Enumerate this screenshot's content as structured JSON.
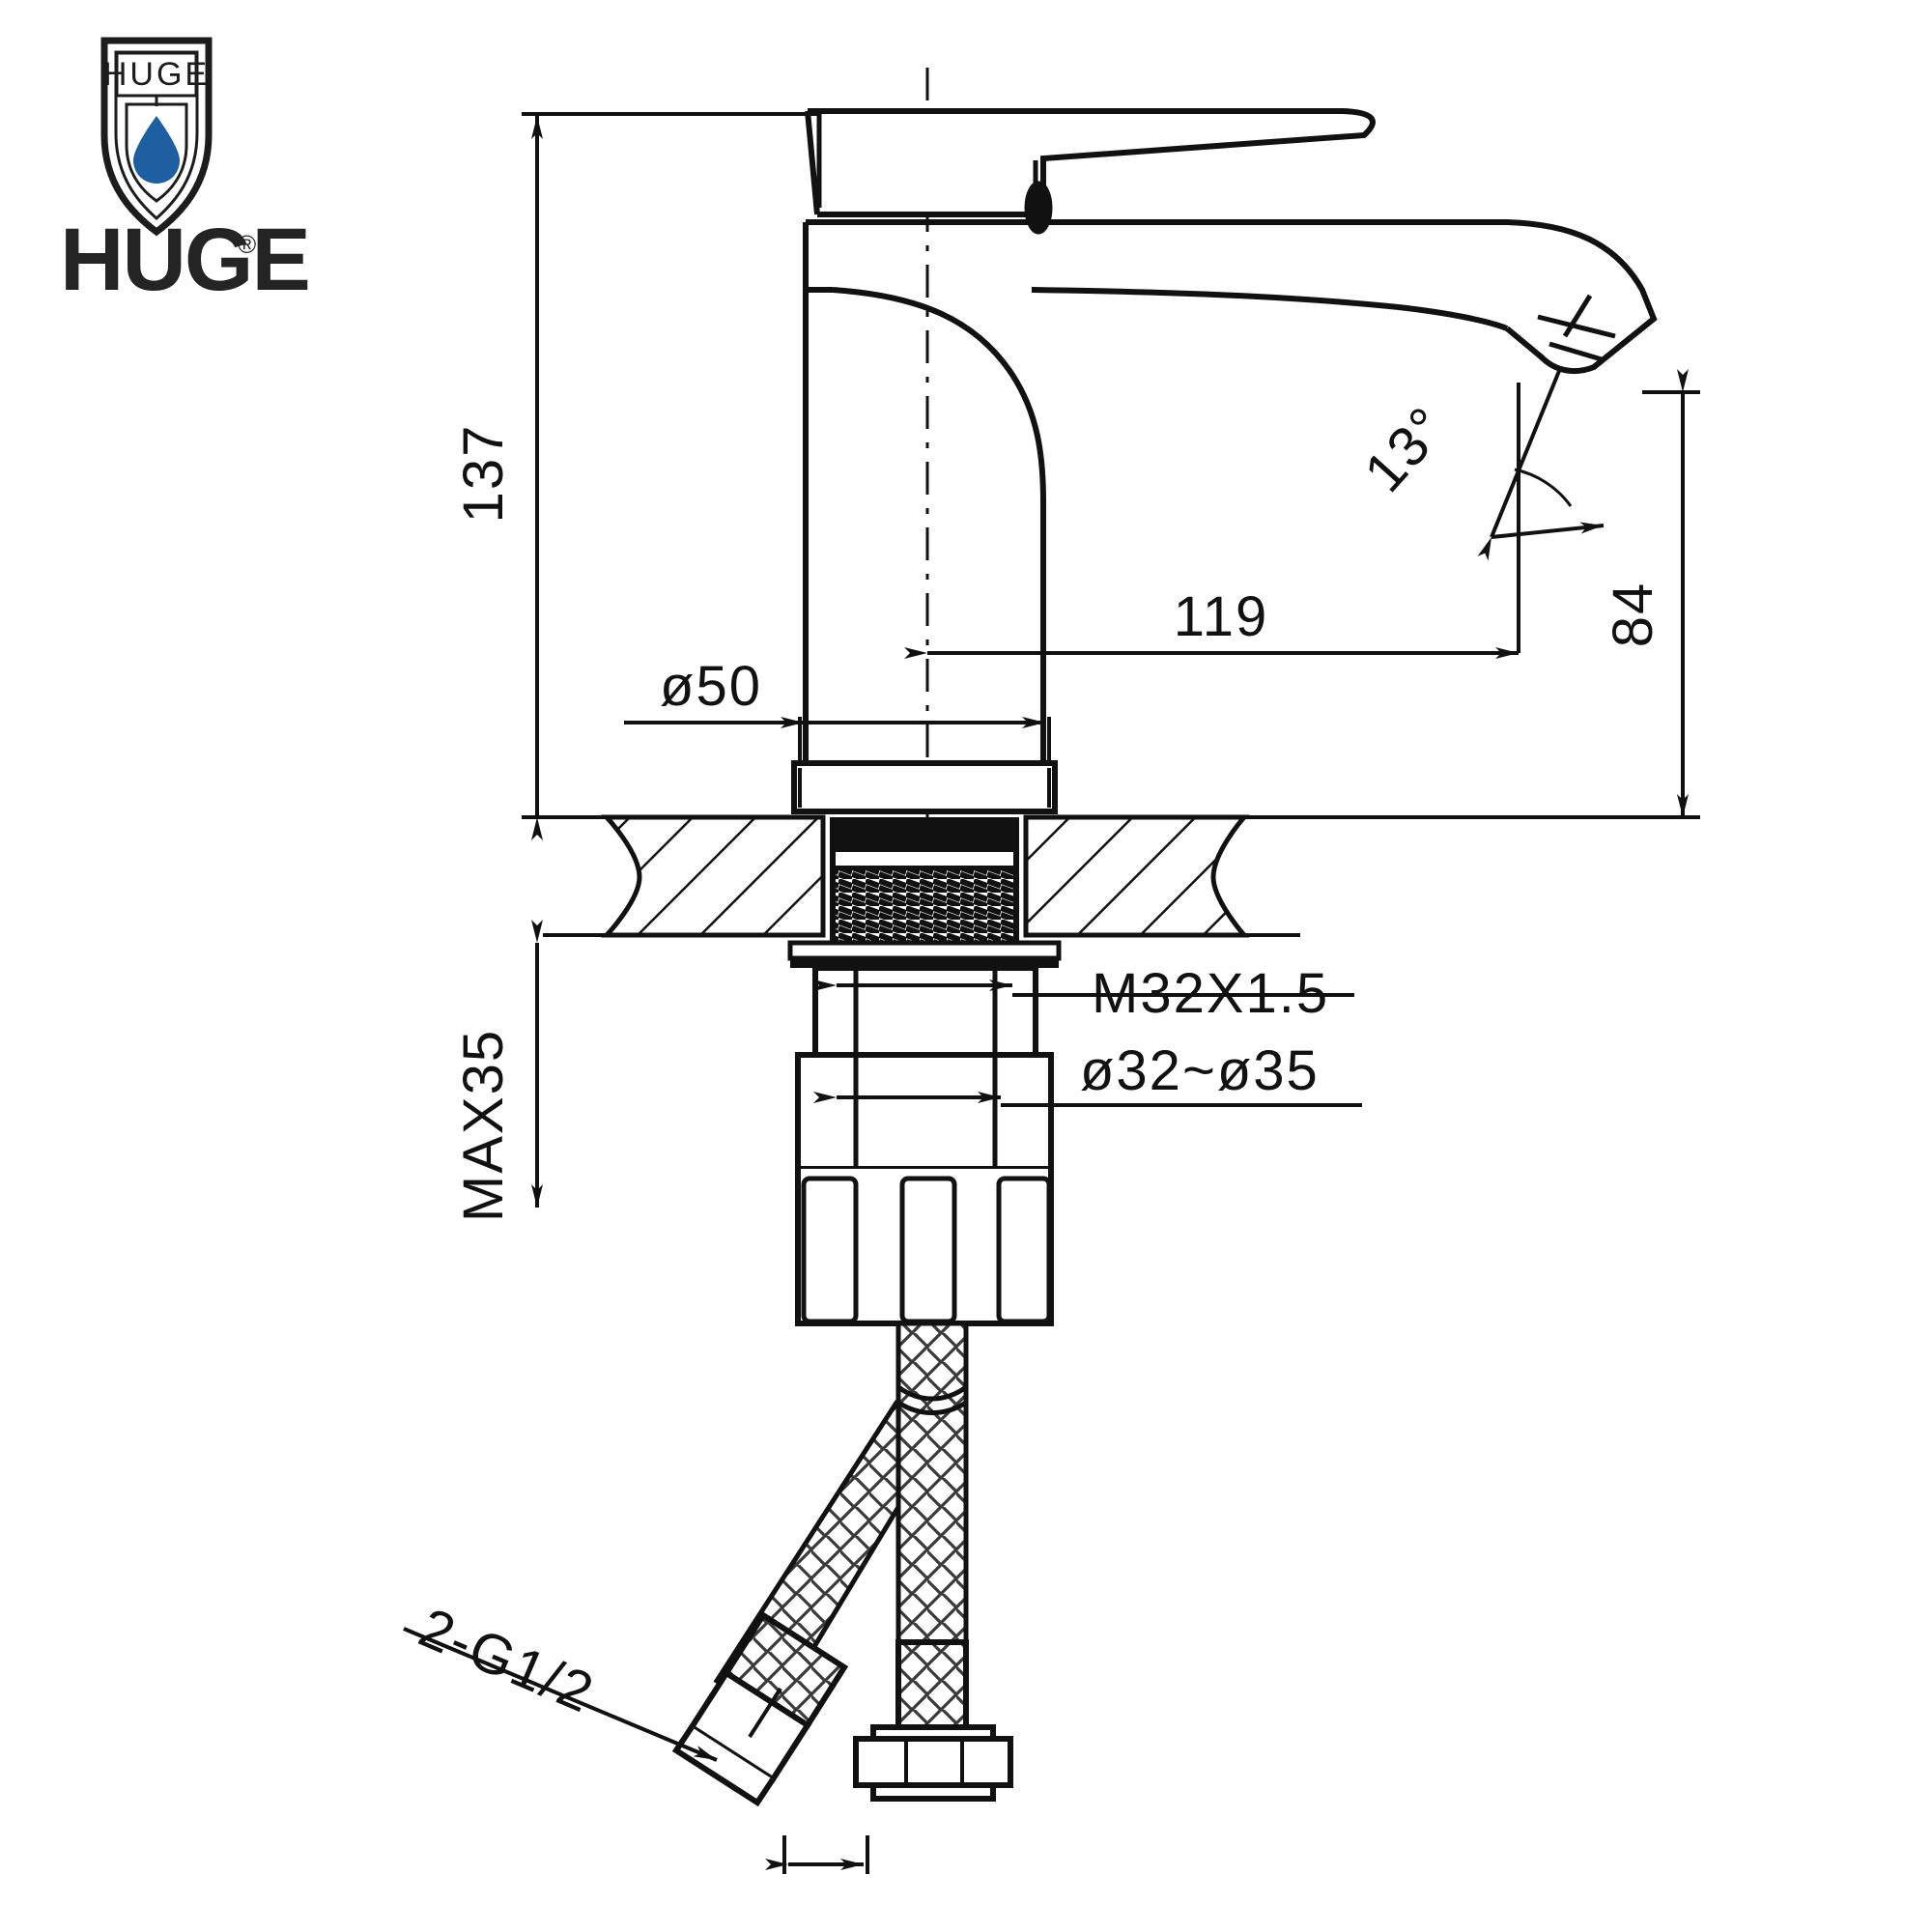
{
  "document": {
    "kind": "technical-drawing",
    "subject": "single-lever basin mixer faucet",
    "background_color": "#ffffff",
    "line_color": "#111111"
  },
  "brand": {
    "logo_icon": "shield-waterdrop-logo",
    "shield_label": "HUGE",
    "wordmark": "HUGE",
    "registered_mark": "®",
    "droplet_color": "#1d5fa0",
    "wordmark_color": "#242424"
  },
  "dimensions": {
    "overall_height": {
      "value": "137",
      "name": "overall-height",
      "orientation": "vertical"
    },
    "spout_reach": {
      "value": "119",
      "name": "spout-reach",
      "orientation": "horizontal"
    },
    "spout_height": {
      "value": "84",
      "name": "spout-height",
      "orientation": "vertical"
    },
    "base_diameter": {
      "value": "ø50",
      "name": "base-diameter",
      "orientation": "horizontal"
    },
    "aerator_angle": {
      "value": "13°",
      "name": "aerator-angle",
      "orientation": "rotated"
    },
    "max_deck_thickness": {
      "value": "MAX35",
      "name": "max-deck-thickness",
      "orientation": "vertical"
    },
    "thread_spec": {
      "value": "M32X1.5",
      "name": "mounting-thread-spec",
      "orientation": "horizontal"
    },
    "hole_diameter_range": {
      "value": "ø32~ø35",
      "name": "mounting-hole-diameter-range",
      "orientation": "horizontal"
    },
    "supply_thread": {
      "value": "2-G1/2",
      "name": "supply-hose-thread",
      "orientation": "rotated"
    }
  },
  "parts": [
    {
      "name": "lever-handle",
      "interactable": false
    },
    {
      "name": "faucet-body",
      "interactable": false
    },
    {
      "name": "spout",
      "interactable": false
    },
    {
      "name": "aerator",
      "interactable": false
    },
    {
      "name": "base-escutcheon",
      "interactable": false
    },
    {
      "name": "countertop-section-hatch",
      "interactable": false
    },
    {
      "name": "threaded-shank",
      "interactable": false
    },
    {
      "name": "mounting-nut",
      "interactable": false
    },
    {
      "name": "braided-supply-hose-left",
      "interactable": false
    },
    {
      "name": "braided-supply-hose-right",
      "interactable": false
    },
    {
      "name": "hose-coupling-nut-left",
      "interactable": false
    },
    {
      "name": "hose-coupling-nut-right",
      "interactable": false
    },
    {
      "name": "centerline",
      "interactable": false
    }
  ]
}
